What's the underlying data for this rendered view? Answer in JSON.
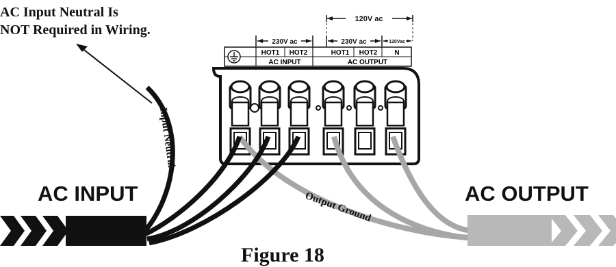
{
  "note": {
    "line1": "AC Input Neutral Is",
    "line2": "NOT Required in Wiring."
  },
  "terminal": {
    "ground_symbol": "ground-symbol",
    "voltage_120_top": "120V ac",
    "voltage_230_input": "230V ac",
    "voltage_230_output": "230V ac",
    "voltage_120_small": "120Vac",
    "labels": [
      "HOT1",
      "HOT2",
      "HOT1",
      "HOT2",
      "N"
    ],
    "group_input": "AC INPUT",
    "group_output": "AC OUTPUT"
  },
  "wires": {
    "input_neutral": "Input Neutral",
    "output_ground": "Output Ground"
  },
  "sides": {
    "ac_input": "AC INPUT",
    "ac_output": "AC OUTPUT"
  },
  "caption": "Figure 18",
  "colors": {
    "black": "#111111",
    "wire_gray": "#a7a7a7",
    "cable_gray": "#b8b8b8"
  }
}
